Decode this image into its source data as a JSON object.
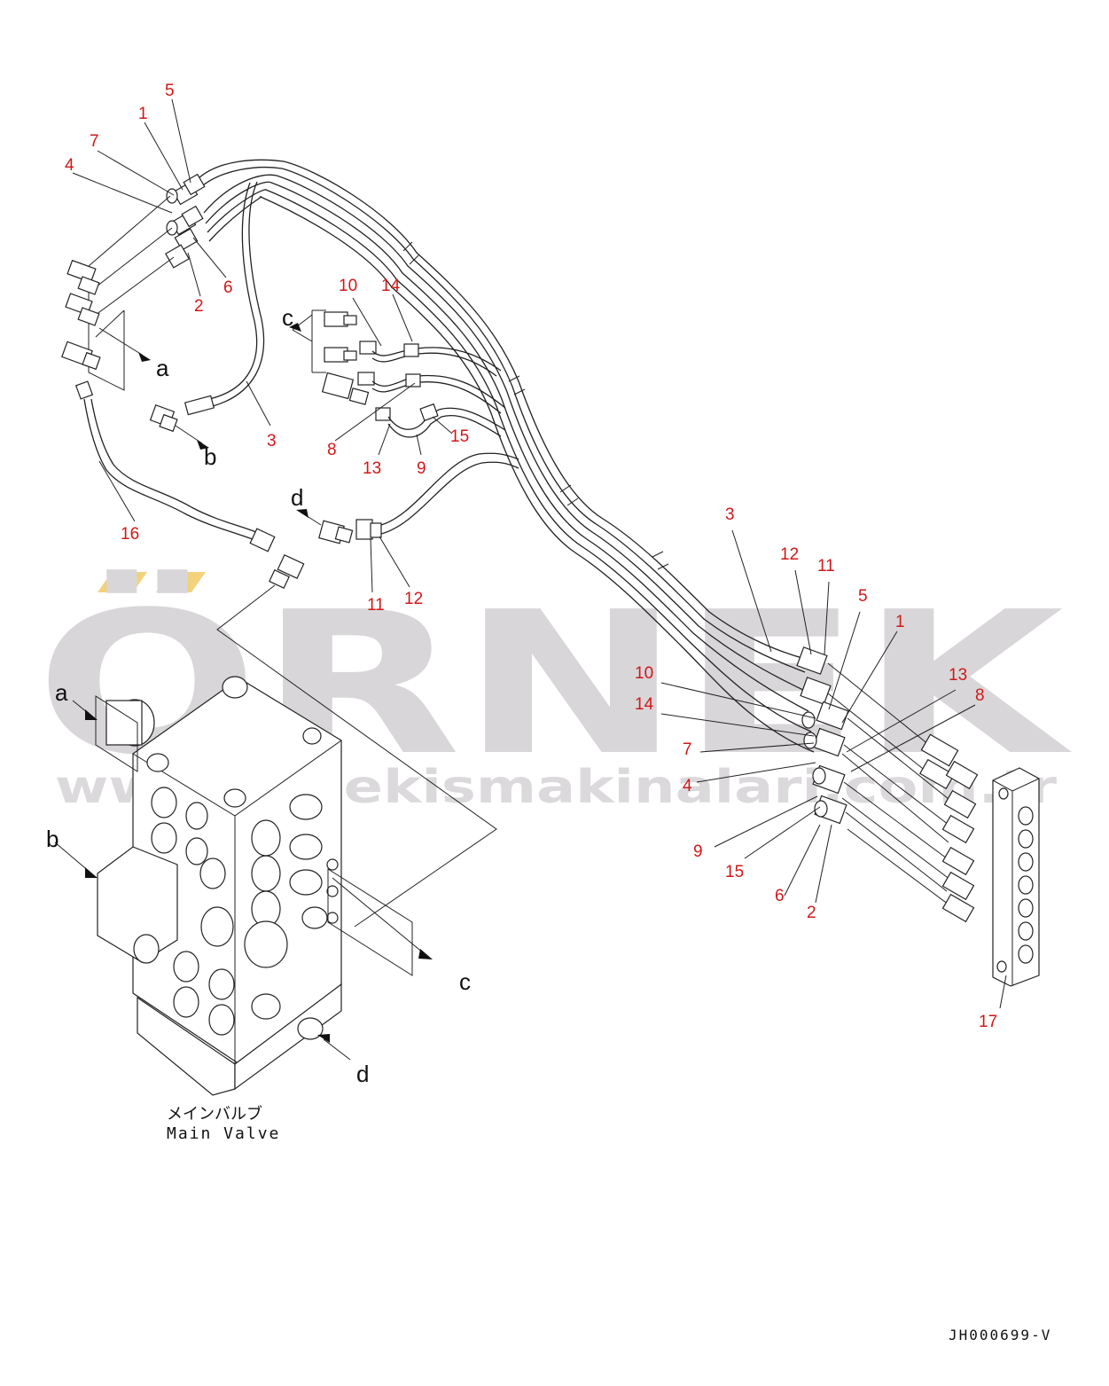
{
  "watermark": {
    "logo": "ÖRNEK",
    "url": "www.ornekismakinalari.com.tr"
  },
  "caption": {
    "japanese": "メインバルブ",
    "english": "Main Valve"
  },
  "drawing_code": "JH000699-V",
  "colors": {
    "callout": "#d01818",
    "line": "#222222",
    "watermark": "#d9d6d9",
    "watermark_accent": "#f0cf6a"
  },
  "callouts": {
    "top_left": [
      "5",
      "1",
      "7",
      "4",
      "6",
      "2",
      "3",
      "16"
    ],
    "middle": [
      "10",
      "14",
      "8",
      "13",
      "9",
      "15",
      "11",
      "12"
    ],
    "right": [
      "3",
      "12",
      "11",
      "5",
      "1",
      "10",
      "14",
      "13",
      "8",
      "7",
      "4",
      "9",
      "15",
      "6",
      "2",
      "17"
    ]
  },
  "letters": {
    "a_top": "a",
    "b_top": "b",
    "c_top": "c",
    "d_top": "d",
    "a_valve": "a",
    "b_valve": "b",
    "c_valve": "c",
    "d_valve": "d"
  }
}
